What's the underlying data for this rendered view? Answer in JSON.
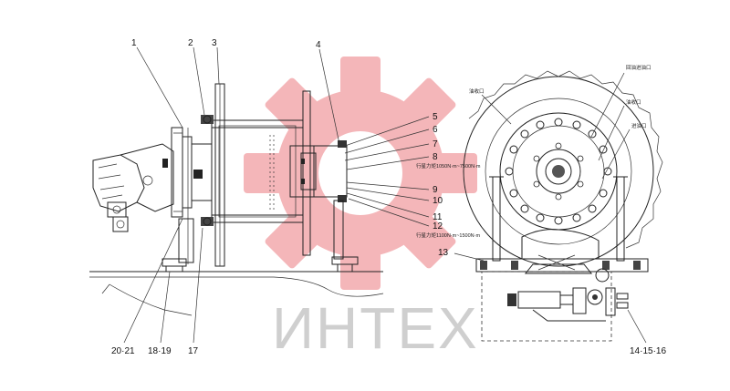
{
  "callouts": {
    "c1": "1",
    "c2": "2",
    "c3": "3",
    "c4": "4",
    "c5": "5",
    "c6": "6",
    "c7": "7",
    "c8": "8",
    "c9": "9",
    "c10": "10",
    "c11": "11",
    "c12": "12",
    "c13": "13",
    "c17": "17",
    "c18_19": "18·19",
    "c20_21": "20·21",
    "c14_16": "14·15·16"
  },
  "annotations": {
    "torque_upper": "行星力矩1050N·m~7500N·m",
    "torque_lower": "行星力矩1100N·m~1500N·m",
    "port_left": "油收口",
    "port_top_right": "回油进油口",
    "port_mid_right": "油收口",
    "port_low_right": "进油口"
  },
  "watermark": {
    "text": "ИНТЕХ",
    "gear_color": "#f2a2a6",
    "text_color": "#c7c7c7"
  }
}
